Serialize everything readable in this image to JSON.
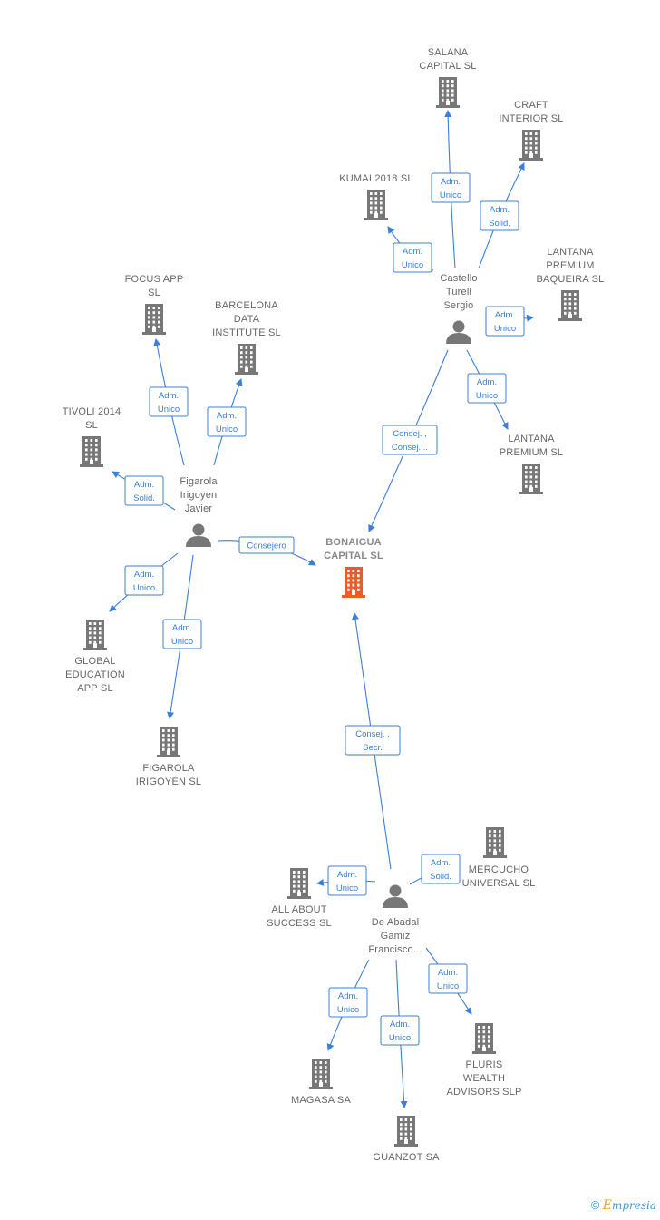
{
  "colors": {
    "edge": "#3a7fd8",
    "building": "#777777",
    "building_main": "#f05a28",
    "person": "#777777"
  },
  "nodes": [
    {
      "id": "salana",
      "type": "company",
      "label": [
        "SALANA",
        "CAPITAL  SL"
      ]
    },
    {
      "id": "craft",
      "type": "company",
      "label": [
        "CRAFT",
        "INTERIOR  SL"
      ]
    },
    {
      "id": "kumai",
      "type": "company",
      "label": [
        "KUMAI 2018  SL"
      ]
    },
    {
      "id": "lantana_baq",
      "type": "company",
      "label": [
        "LANTANA",
        "PREMIUM",
        "BAQUEIRA  SL"
      ]
    },
    {
      "id": "castello",
      "type": "person",
      "label": [
        "Castello",
        "Turell",
        "Sergio"
      ]
    },
    {
      "id": "lantana",
      "type": "company",
      "label": [
        "LANTANA",
        "PREMIUM  SL"
      ]
    },
    {
      "id": "focus",
      "type": "company",
      "label": [
        "FOCUS APP",
        "SL"
      ]
    },
    {
      "id": "barcelona",
      "type": "company",
      "label": [
        "BARCELONA",
        "DATA",
        "INSTITUTE  SL"
      ]
    },
    {
      "id": "tivoli",
      "type": "company",
      "label": [
        "TIVOLI 2014",
        "SL"
      ]
    },
    {
      "id": "figarola",
      "type": "person",
      "label": [
        "Figarola",
        "Irigoyen",
        "Javier"
      ]
    },
    {
      "id": "bonaigua",
      "type": "company",
      "main": true,
      "label": [
        "BONAIGUA",
        "CAPITAL  SL"
      ]
    },
    {
      "id": "global",
      "type": "company",
      "label": [
        "GLOBAL",
        "EDUCATION",
        "APP  SL"
      ]
    },
    {
      "id": "figarola_sl",
      "type": "company",
      "label": [
        "FIGAROLA",
        "IRIGOYEN  SL"
      ]
    },
    {
      "id": "mercucho",
      "type": "company",
      "label": [
        "MERCUCHO",
        "UNIVERSAL SL"
      ]
    },
    {
      "id": "allabout",
      "type": "company",
      "label": [
        "ALL ABOUT",
        "SUCCESS SL"
      ]
    },
    {
      "id": "deabadal",
      "type": "person",
      "label": [
        "De Abadal",
        "Gamiz",
        "Francisco..."
      ]
    },
    {
      "id": "pluris",
      "type": "company",
      "label": [
        "PLURIS",
        "WEALTH",
        "ADVISORS  SLP"
      ]
    },
    {
      "id": "magasa",
      "type": "company",
      "label": [
        "MAGASA SA"
      ]
    },
    {
      "id": "guanzot",
      "type": "company",
      "label": [
        "GUANZOT SA"
      ]
    }
  ],
  "edges": [
    {
      "from": "castello",
      "to": "salana",
      "label": [
        "Adm.",
        "Unico"
      ]
    },
    {
      "from": "castello",
      "to": "craft",
      "label": [
        "Adm.",
        "Solid."
      ]
    },
    {
      "from": "castello",
      "to": "kumai",
      "label": [
        "Adm.",
        "Unico"
      ]
    },
    {
      "from": "castello",
      "to": "lantana_baq",
      "label": [
        "Adm.",
        "Unico"
      ]
    },
    {
      "from": "castello",
      "to": "lantana",
      "label": [
        "Adm.",
        "Unico"
      ]
    },
    {
      "from": "castello",
      "to": "bonaigua",
      "label": [
        "Consej. ,",
        "Consej...."
      ]
    },
    {
      "from": "figarola",
      "to": "focus",
      "label": [
        "Adm.",
        "Unico"
      ]
    },
    {
      "from": "figarola",
      "to": "barcelona",
      "label": [
        "Adm.",
        "Unico"
      ]
    },
    {
      "from": "figarola",
      "to": "tivoli",
      "label": [
        "Adm.",
        "Solid."
      ]
    },
    {
      "from": "figarola",
      "to": "bonaigua",
      "label": [
        "Consejero"
      ]
    },
    {
      "from": "figarola",
      "to": "global",
      "label": [
        "Adm.",
        "Unico"
      ]
    },
    {
      "from": "figarola",
      "to": "figarola_sl",
      "label": [
        "Adm.",
        "Unico"
      ]
    },
    {
      "from": "deabadal",
      "to": "bonaigua",
      "label": [
        "Consej. ,",
        "Secr."
      ]
    },
    {
      "from": "deabadal",
      "to": "mercucho",
      "label": [
        "Adm.",
        "Solid."
      ]
    },
    {
      "from": "deabadal",
      "to": "allabout",
      "label": [
        "Adm.",
        "Unico"
      ]
    },
    {
      "from": "deabadal",
      "to": "pluris",
      "label": [
        "Adm.",
        "Unico"
      ]
    },
    {
      "from": "deabadal",
      "to": "magasa",
      "label": [
        "Adm.",
        "Unico"
      ]
    },
    {
      "from": "deabadal",
      "to": "guanzot",
      "label": [
        "Adm.",
        "Unico"
      ]
    }
  ],
  "watermark": {
    "copyright": "©",
    "brand_first": "E",
    "brand_rest": "mpresia"
  }
}
